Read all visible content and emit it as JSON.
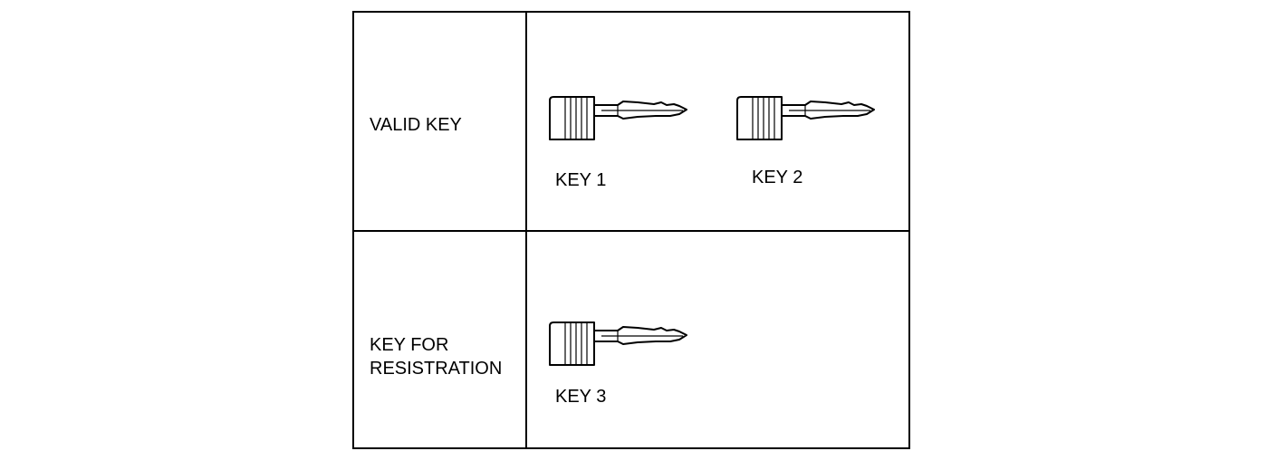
{
  "table": {
    "rows": [
      {
        "label": "VALID KEY",
        "keys": [
          {
            "label": "KEY 1",
            "icon": "key-icon"
          },
          {
            "label": "KEY 2",
            "icon": "key-icon"
          }
        ]
      },
      {
        "label_lines": [
          "KEY FOR",
          "RESISTRATION"
        ],
        "keys": [
          {
            "label": "KEY 3",
            "icon": "key-icon"
          }
        ]
      }
    ]
  },
  "colors": {
    "line": "#000000",
    "background": "#ffffff"
  }
}
